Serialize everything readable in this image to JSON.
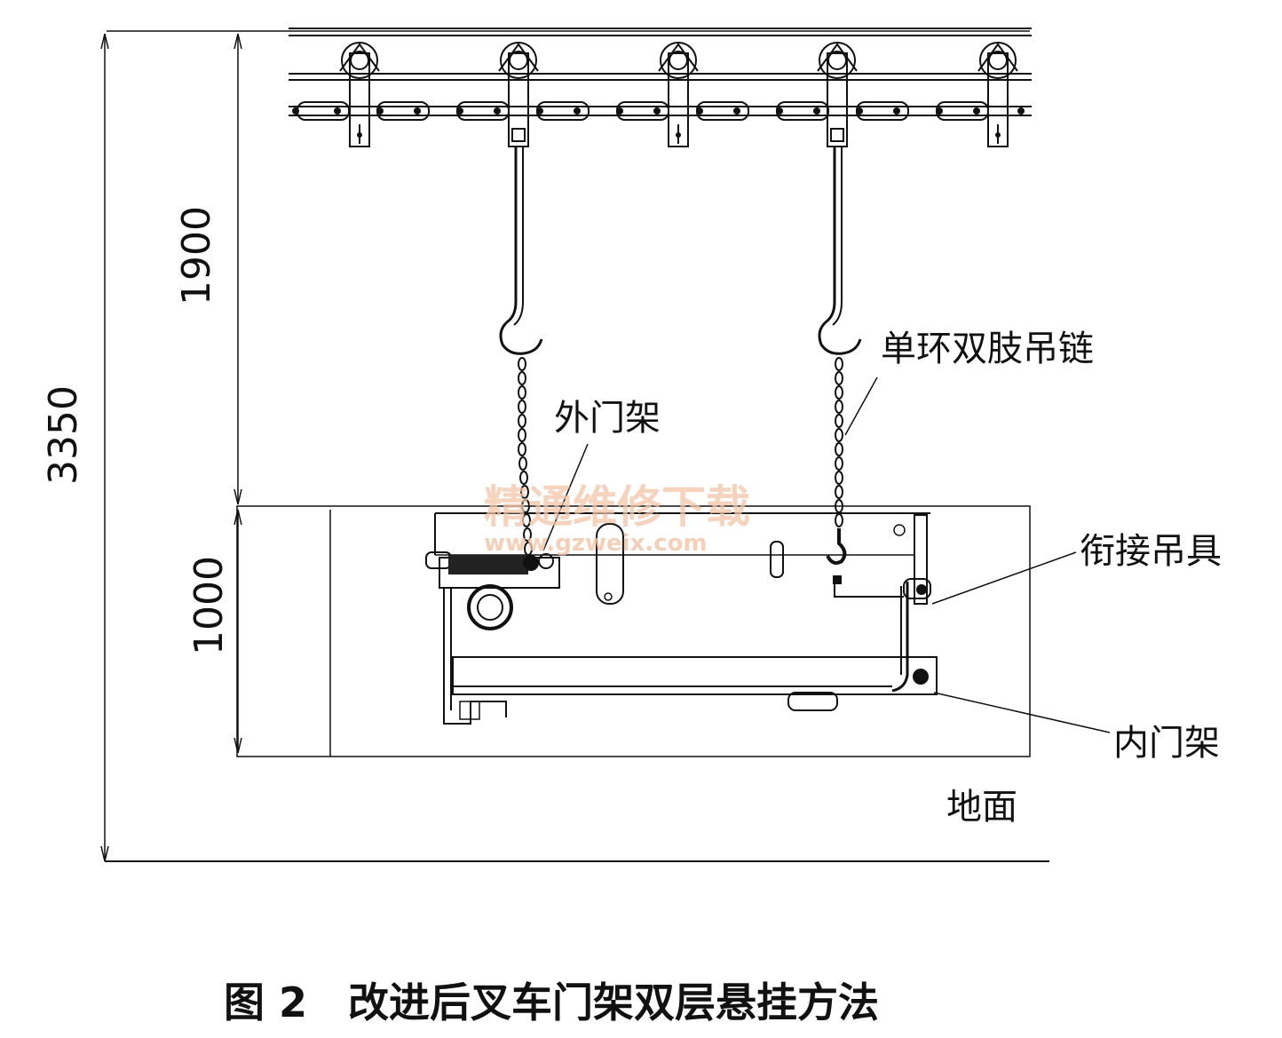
{
  "dimensions": {
    "total": "3350",
    "upper": "1900",
    "lower": "1000"
  },
  "labels": {
    "chain": "单环双肢吊链",
    "outer_mast": "外门架",
    "connector": "衔接吊具",
    "inner_mast": "内门架",
    "ground": "地面"
  },
  "caption": "图 2　改进后叉车门架双层悬挂方法",
  "watermark": {
    "title": "精通维修下载",
    "url": "www.gzweix.com"
  }
}
